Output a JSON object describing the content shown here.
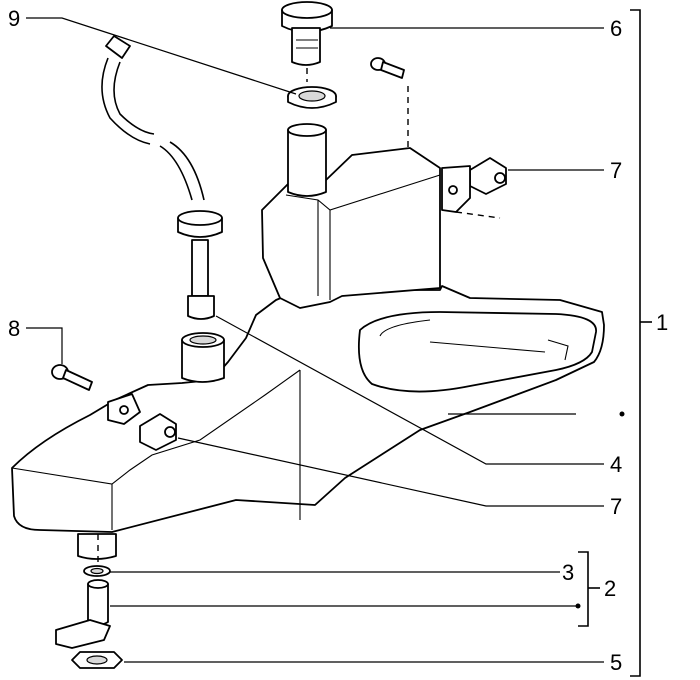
{
  "callouts": [
    {
      "id": "c9",
      "text": "9"
    },
    {
      "id": "c6",
      "text": "6"
    },
    {
      "id": "c7a",
      "text": "7"
    },
    {
      "id": "c8",
      "text": "8"
    },
    {
      "id": "c1",
      "text": "1"
    },
    {
      "id": "c4",
      "text": "4"
    },
    {
      "id": "c7b",
      "text": "7"
    },
    {
      "id": "c3",
      "text": "3"
    },
    {
      "id": "c2",
      "text": "2"
    },
    {
      "id": "c5",
      "text": "5"
    }
  ]
}
